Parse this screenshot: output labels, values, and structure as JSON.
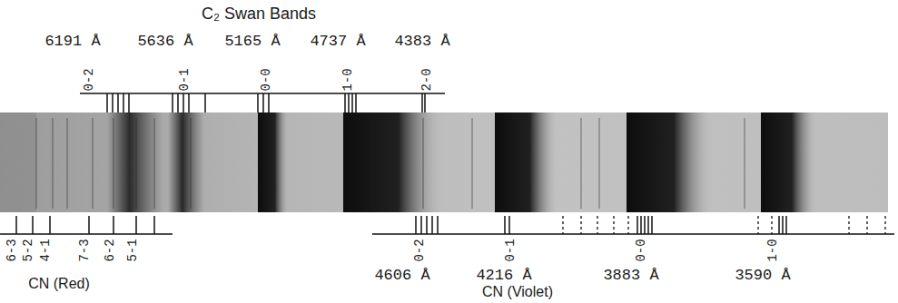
{
  "diagram": {
    "labels": [
      "C₂ Swan Bands",
      "6191 Å",
      "5636 Å",
      "5165 Å",
      "4737 Å",
      "4383 Å",
      "0-2",
      "0-1",
      "0-0",
      "1-0",
      "2-0",
      "6-3",
      "5-2",
      "4-1",
      "7-3",
      "6-2",
      "5-1",
      "CN (Red)",
      "0-2",
      "0-1",
      "0-0",
      "1-0",
      "4606 Å",
      "4216 Å",
      "3883 Å",
      "3590 Å",
      "CN (Violet)"
    ]
  }
}
